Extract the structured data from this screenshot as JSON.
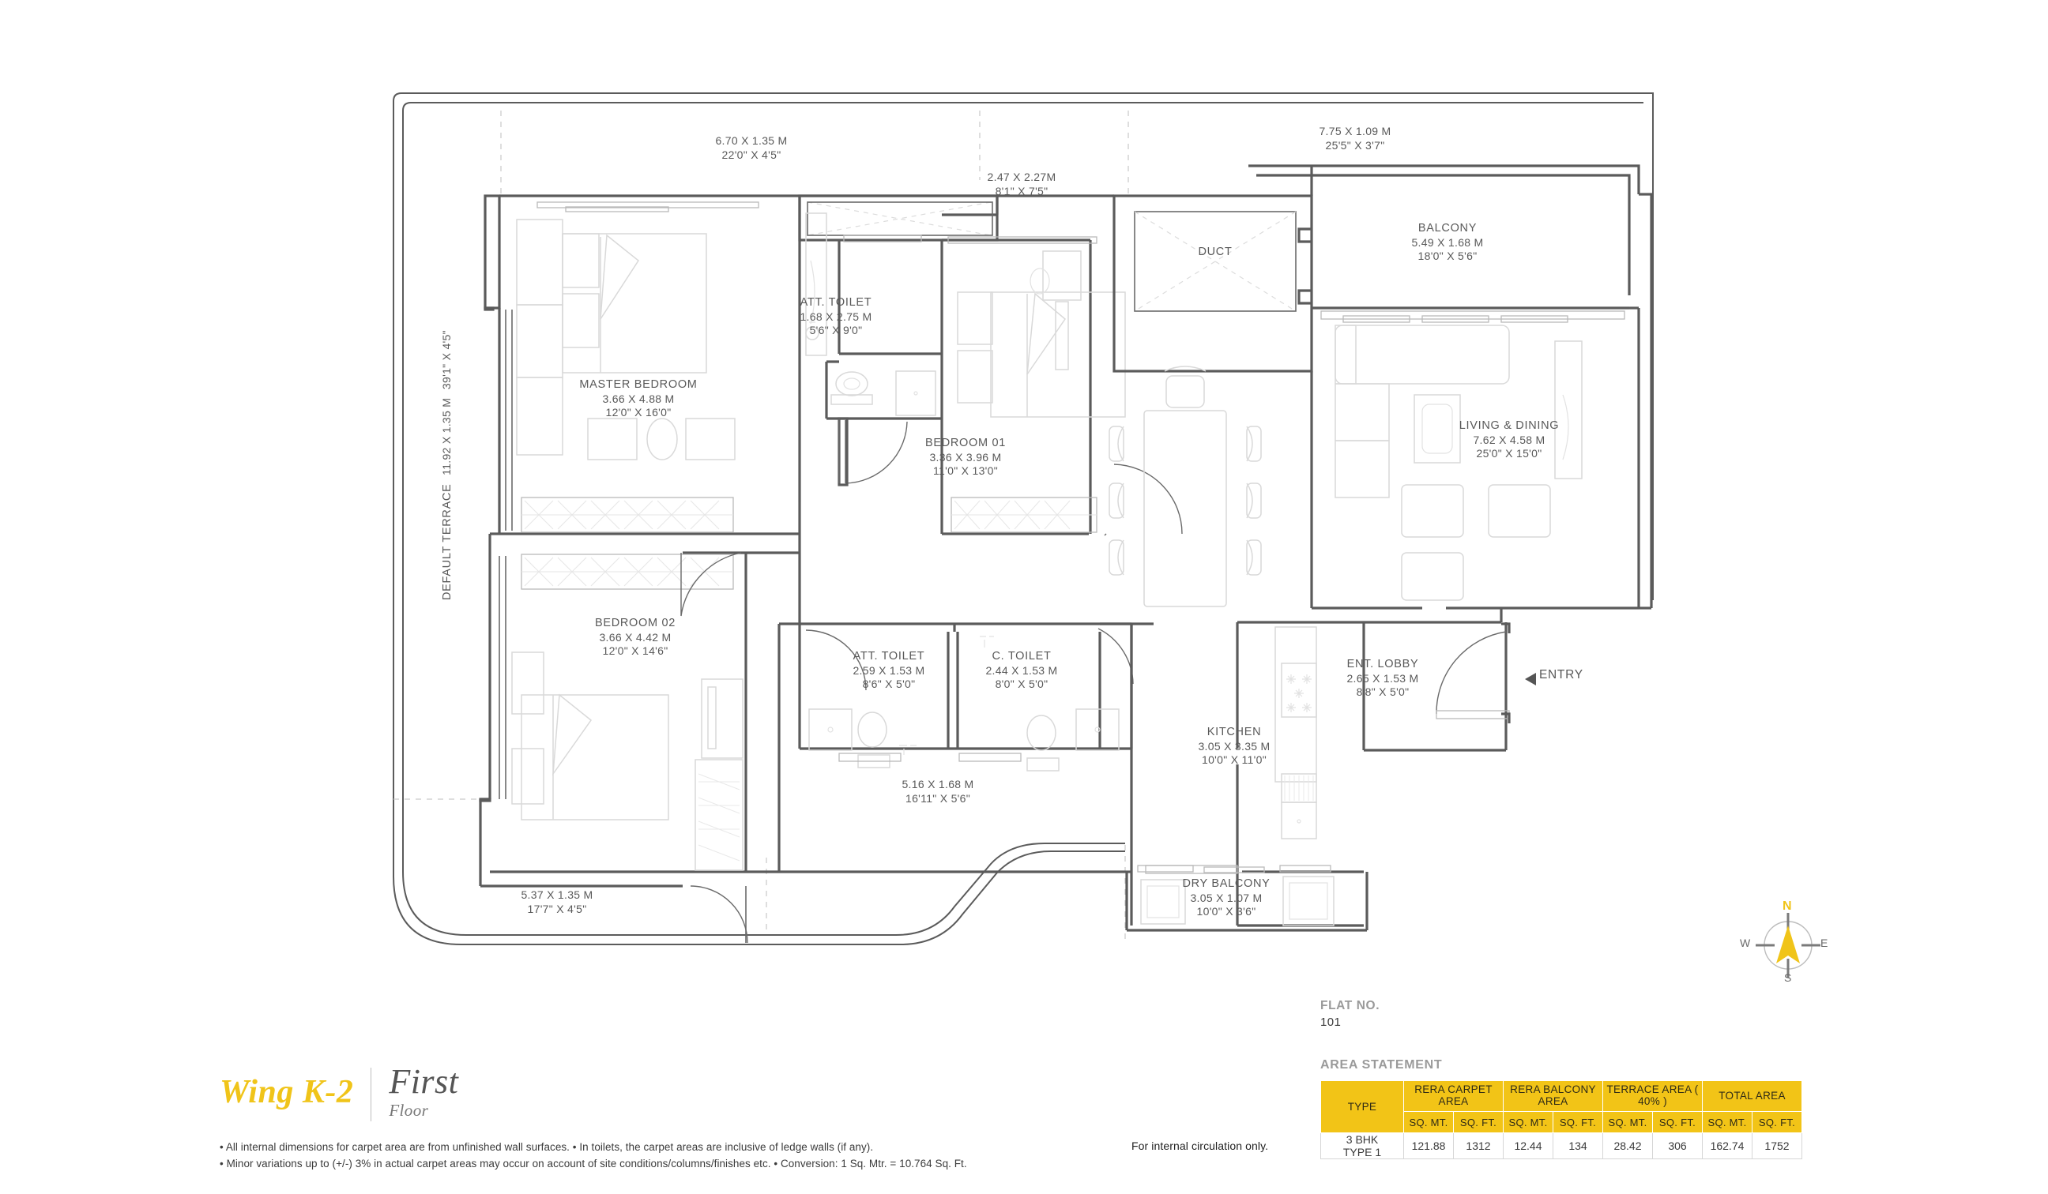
{
  "title_block": {
    "wing": "Wing K-2",
    "floor_ordinal": "First",
    "floor_word": "Floor"
  },
  "notes": {
    "line1": "• All internal dimensions for carpet area are from unfinished wall surfaces.  • In toilets, the carpet areas are inclusive of ledge walls (if any).",
    "line2": "• Minor variations up to (+/-) 3% in actual carpet areas may occur on account of site conditions/columns/finishes etc. • Conversion: 1 Sq. Mtr. = 10.764 Sq. Ft.",
    "circulation": "For internal circulation only."
  },
  "flat": {
    "label": "FLAT NO.",
    "value": "101"
  },
  "area_statement": {
    "title": "AREA STATEMENT",
    "group_headers": {
      "type": "TYPE",
      "rera_carpet": "RERA CARPET AREA",
      "rera_balcony": "RERA BALCONY AREA",
      "terrace": "TERRACE AREA ( 40% )",
      "total": "TOTAL AREA"
    },
    "unit_headers": {
      "sq_mt": "SQ. MT.",
      "sq_ft": "SQ. FT."
    },
    "rows": [
      {
        "type": "3 BHK TYPE 1",
        "rera_carpet_sqmt": "121.88",
        "rera_carpet_sqft": "1312",
        "rera_balcony_sqmt": "12.44",
        "rera_balcony_sqft": "134",
        "terrace_sqmt": "28.42",
        "terrace_sqft": "306",
        "total_sqmt": "162.74",
        "total_sqft": "1752"
      }
    ]
  },
  "compass": {
    "n": "N",
    "e": "E",
    "s": "S",
    "w": "W"
  },
  "accent_colors": {
    "brand_yellow": "#F0C419",
    "table_header_yellow": "#F2C417",
    "wall_gray": "#5a5a5a",
    "furniture_gray": "#d8d8d8"
  },
  "rooms": [
    {
      "key": "master_bedroom",
      "name": "MASTER BEDROOM",
      "dim_m": "3.66 X 4.88 M",
      "dim_ft": "12'0\" X 16'0\""
    },
    {
      "key": "bedroom_01",
      "name": "BEDROOM 01",
      "dim_m": "3.36 X 3.96 M",
      "dim_ft": "11'0\" X 13'0\""
    },
    {
      "key": "bedroom_02",
      "name": "BEDROOM 02",
      "dim_m": "3.66 X 4.42 M",
      "dim_ft": "12'0\" X 14'6\""
    },
    {
      "key": "att_toilet_master",
      "name": "ATT. TOILET",
      "dim_m": "1.68 X 2.75 M",
      "dim_ft": "5'6\" X 9'0\""
    },
    {
      "key": "att_toilet_lower",
      "name": "ATT. TOILET",
      "dim_m": "2.59 X 1.53 M",
      "dim_ft": "8'6\" X 5'0\""
    },
    {
      "key": "c_toilet",
      "name": "C. TOILET",
      "dim_m": "2.44 X  1.53 M",
      "dim_ft": "8'0\" X  5'0\""
    },
    {
      "key": "living_dining",
      "name": "LIVING & DINING",
      "dim_m": "7.62 X 4.58 M",
      "dim_ft": "25'0\" X 15'0\""
    },
    {
      "key": "kitchen",
      "name": "KITCHEN",
      "dim_m": "3.05 X 3.35 M",
      "dim_ft": "10'0\" X 11'0\""
    },
    {
      "key": "dry_balcony",
      "name": "DRY BALCONY",
      "dim_m": "3.05 X 1.07 M",
      "dim_ft": "10'0\" X 3'6\""
    },
    {
      "key": "balcony",
      "name": "BALCONY",
      "dim_m": "5.49 X 1.68 M",
      "dim_ft": "18'0\" X 5'6\""
    },
    {
      "key": "ent_lobby",
      "name": "ENT. LOBBY",
      "dim_m": "2.65 X 1.53 M",
      "dim_ft": "8'8\" X 5'0\""
    },
    {
      "key": "duct",
      "name": "DUCT",
      "dim_m": "",
      "dim_ft": ""
    },
    {
      "key": "default_terrace",
      "name": "DEFAULT TERRACE",
      "dim_m": "11.92 X 1.35 M",
      "dim_ft": "39'1\" X 4'5\""
    }
  ],
  "terrace_dims": [
    {
      "key": "terrace_top_left",
      "dim_m": "6.70 X 1.35 M",
      "dim_ft": "22'0\" X 4'5\""
    },
    {
      "key": "terrace_top_mid",
      "dim_m": "2.47 X 2.27M",
      "dim_ft": "8'1\" X 7'5\""
    },
    {
      "key": "terrace_top_right",
      "dim_m": "7.75 X 1.09 M",
      "dim_ft": "25'5\" X 3'7\""
    },
    {
      "key": "terrace_bottom_mid",
      "dim_m": "5.16 X 1.68 M",
      "dim_ft": "16'11\" X 5'6\""
    },
    {
      "key": "terrace_bottom_left",
      "dim_m": "5.37 X 1.35 M",
      "dim_ft": "17'7\" X 4'5\""
    }
  ],
  "entry": {
    "label": "ENTRY"
  }
}
